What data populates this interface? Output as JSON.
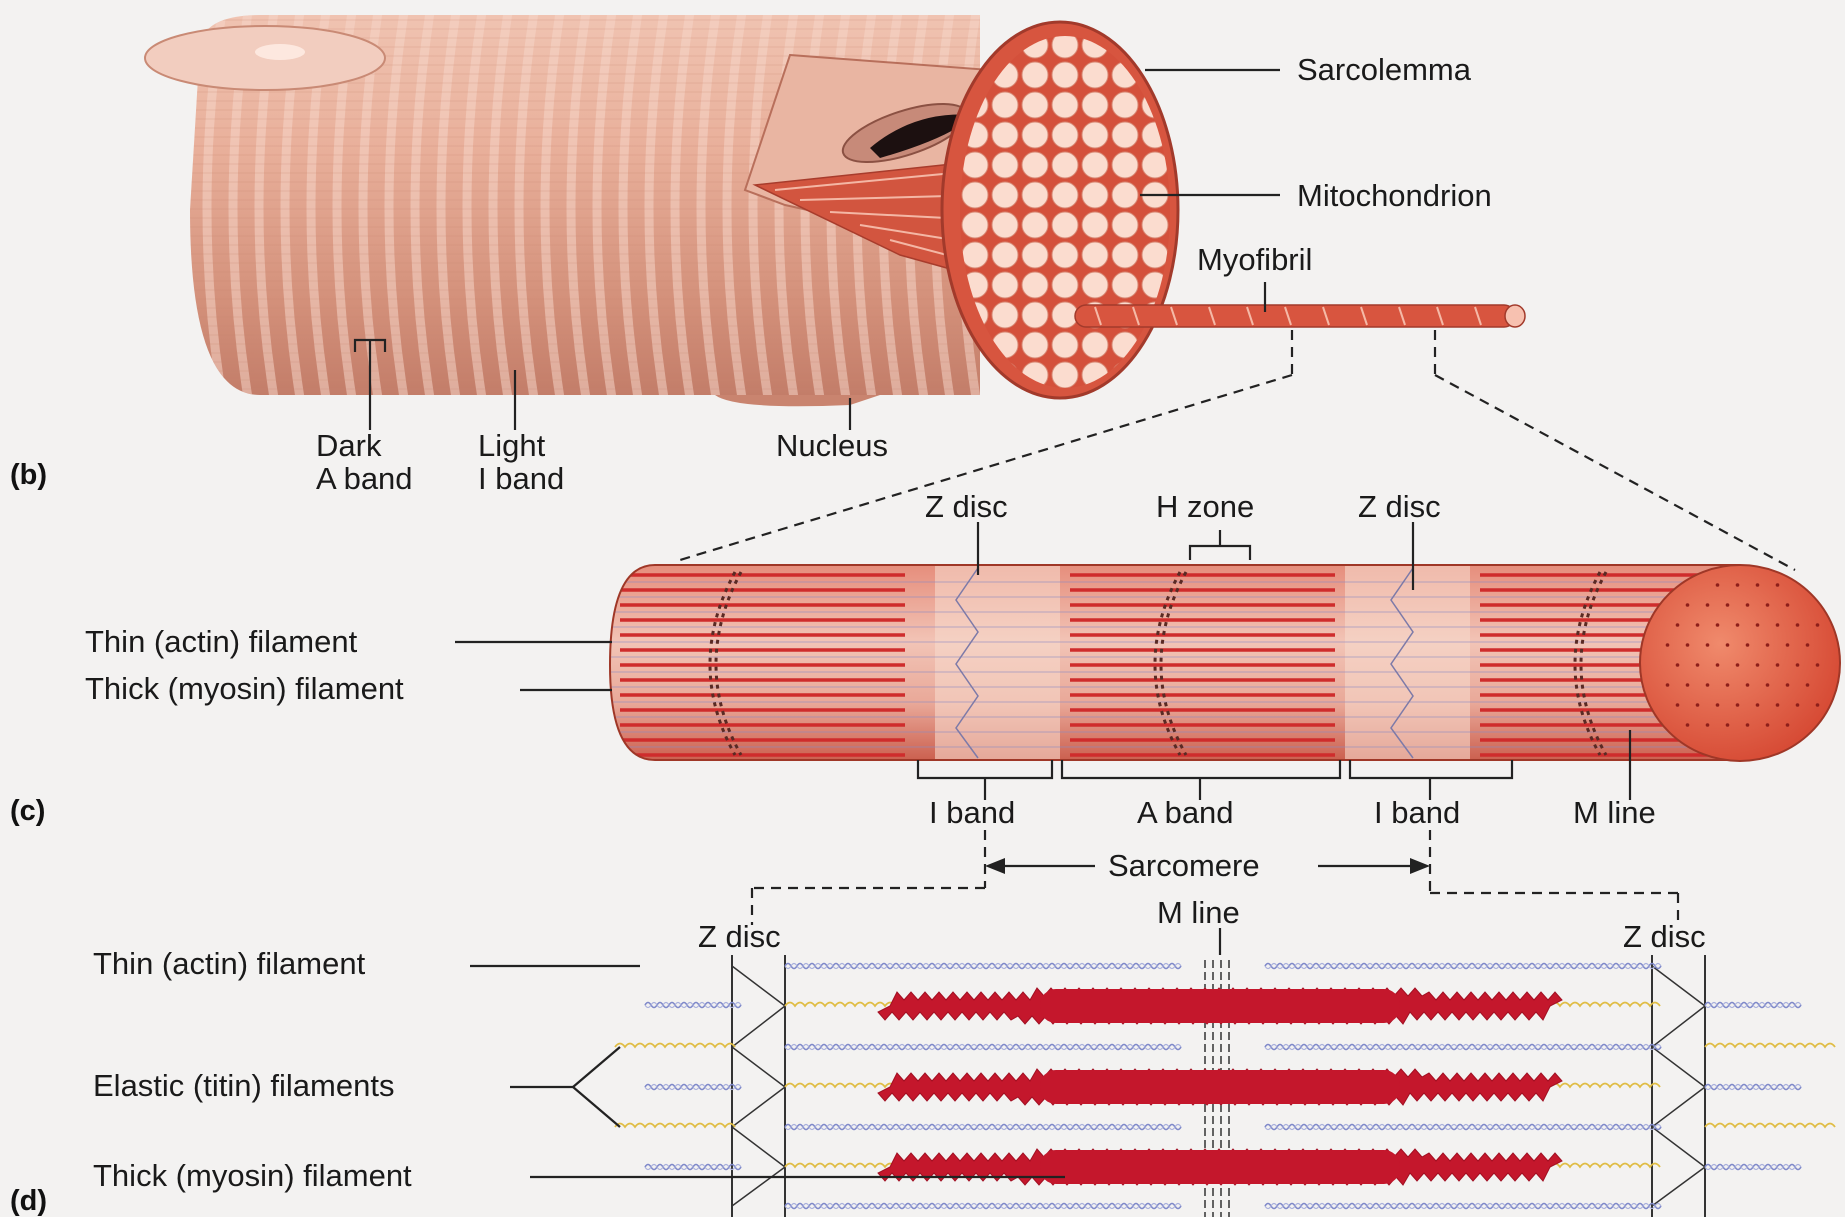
{
  "panels": {
    "b": "(b)",
    "c": "(c)",
    "d": "(d)"
  },
  "labels_b": {
    "sarcolemma": "Sarcolemma",
    "mitochondrion": "Mitochondrion",
    "myofibril": "Myofibril",
    "dark_line1": "Dark",
    "dark_line2": "A band",
    "light_line1": "Light",
    "light_line2": "I band",
    "nucleus": "Nucleus"
  },
  "labels_c": {
    "z_disc_left": "Z disc",
    "h_zone": "H zone",
    "z_disc_right": "Z disc",
    "thin_filament": "Thin (actin) filament",
    "thick_filament": "Thick (myosin) filament",
    "i_band_left": "I band",
    "a_band": "A band",
    "i_band_right": "I band",
    "m_line": "M line",
    "sarcomere": "Sarcomere"
  },
  "labels_d": {
    "m_line": "M line",
    "z_disc_left": "Z disc",
    "z_disc_right": "Z disc",
    "thin_filament": "Thin (actin) filament",
    "elastic_filaments": "Elastic (titin) filaments",
    "thick_filament": "Thick (myosin) filament"
  },
  "colors": {
    "background": "#f3f2f1",
    "muscle_pink": "#e8a993",
    "muscle_band": "#cf8a74",
    "myofibril_red": "#d5503c",
    "thick_filament": "#c4172c",
    "thin_filament": "#7b86c8",
    "titin": "#e7c24a"
  }
}
